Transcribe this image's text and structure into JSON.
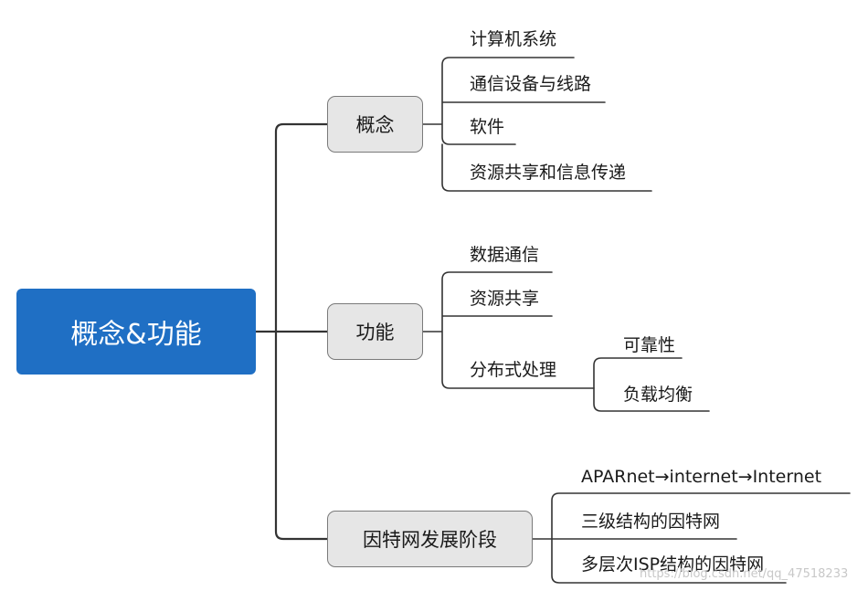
{
  "root": {
    "label": "概念&功能"
  },
  "branches": [
    {
      "label": "概念",
      "children": [
        {
          "label": "计算机系统"
        },
        {
          "label": "通信设备与线路"
        },
        {
          "label": "软件"
        },
        {
          "label": "资源共享和信息传递"
        }
      ]
    },
    {
      "label": "功能",
      "children": [
        {
          "label": "数据通信"
        },
        {
          "label": "资源共享"
        },
        {
          "label": "分布式处理",
          "children": [
            {
              "label": "可靠性"
            },
            {
              "label": "负载均衡"
            }
          ]
        }
      ]
    },
    {
      "label": "因特网发展阶段",
      "children": [
        {
          "label": "APARnet→internet→Internet"
        },
        {
          "label": "三级结构的因特网"
        },
        {
          "label": "多层次ISP结构的因特网"
        }
      ]
    }
  ],
  "watermark": "https://blog.csdn.net/qq_47518233",
  "colors": {
    "root_fill": "#1f6fc4",
    "box_fill": "#e6e6e6",
    "box_border": "#7a7a7a",
    "connector": "#333333"
  }
}
